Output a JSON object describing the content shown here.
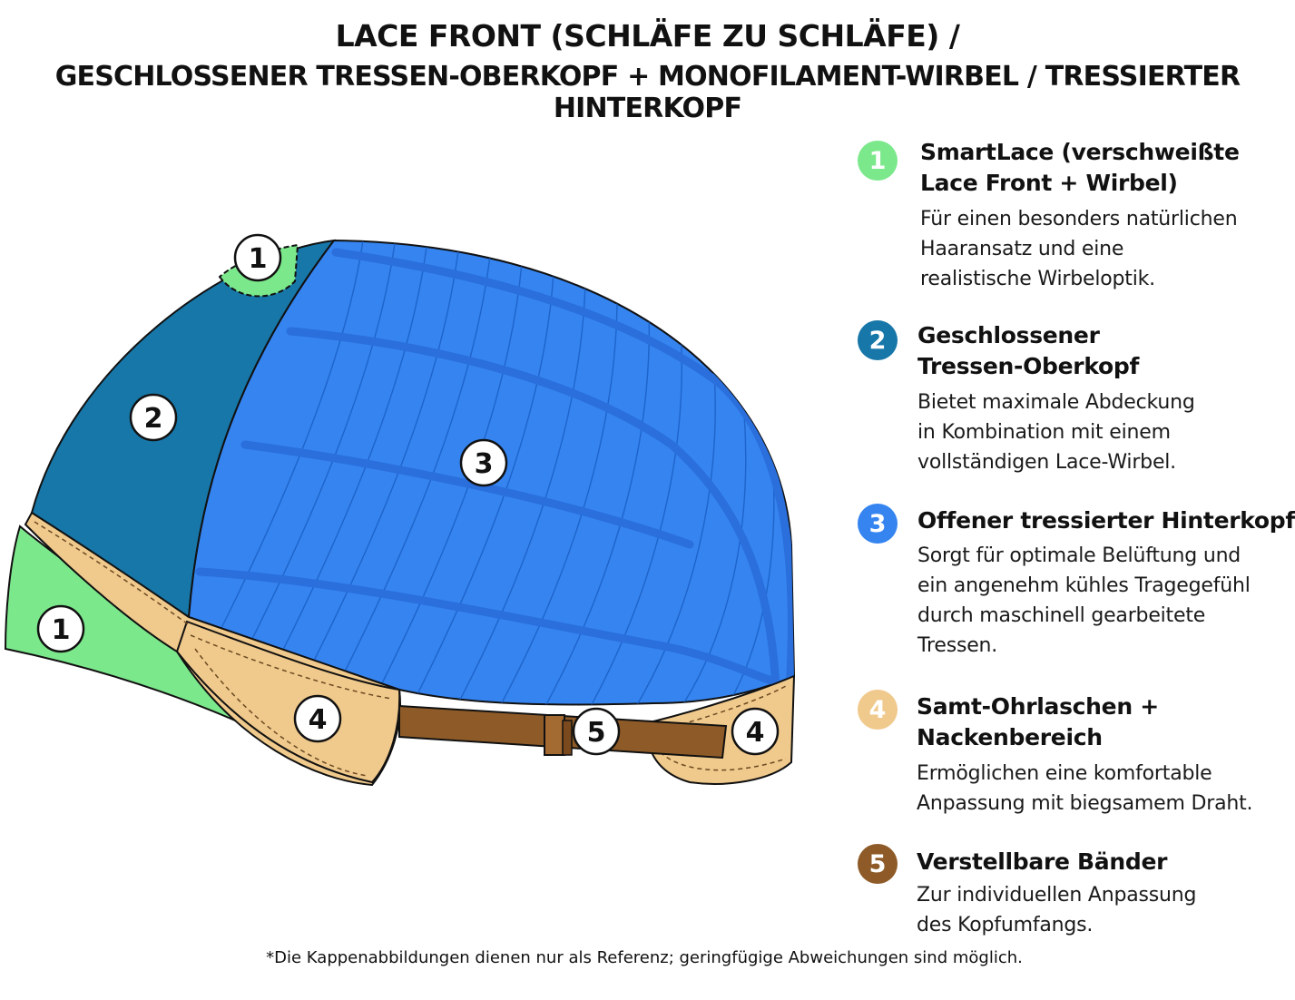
{
  "title": {
    "line1": "LACE FRONT (SCHLÄFE ZU SCHLÄFE) /",
    "line2": "GESCHLOSSENER TRESSEN-OBERKOPF + MONOFILAMENT-WIRBEL / TRESSIERTER HINTERKOPF"
  },
  "markers": {
    "m1_top": "1",
    "m1_side": "1",
    "m2": "2",
    "m3": "3",
    "m4_left": "4",
    "m4_right": "4",
    "m5": "5"
  },
  "colors": {
    "zone1": "#7ce88c",
    "zone2": "#1777a8",
    "zone3": "#3584f0",
    "zone4": "#f0c98c",
    "zone5": "#8e5b28"
  },
  "legend": [
    {
      "number": "1",
      "color": "#7ce88c",
      "title_lines": [
        "SmartLace (verschweißte",
        "Lace Front + Wirbel)"
      ],
      "desc_lines": [
        "Für einen besonders natürlichen",
        "Haaransatz und eine",
        "realistische Wirbeloptik."
      ]
    },
    {
      "number": "2",
      "color": "#1777a8",
      "title_lines": [
        "Geschlossener",
        "Tressen-Oberkopf"
      ],
      "desc_lines": [
        "Bietet maximale Abdeckung",
        "in Kombination mit einem",
        "vollständigen Lace-Wirbel."
      ]
    },
    {
      "number": "3",
      "color": "#3584f0",
      "title_lines": [
        "Offener tressierter Hinterkopf"
      ],
      "desc_lines": [
        "Sorgt für optimale Belüftung und",
        "ein angenehm kühles Tragegefühl",
        "durch maschinell gearbeitete",
        "Tressen."
      ]
    },
    {
      "number": "4",
      "color": "#f0c98c",
      "title_lines": [
        "Samt-Ohrlaschen +",
        "Nackenbereich"
      ],
      "desc_lines": [
        "Ermöglichen eine komfortable",
        "Anpassung mit biegsamem Draht."
      ]
    },
    {
      "number": "5",
      "color": "#8e5b28",
      "title_lines": [
        "Verstellbare Bänder"
      ],
      "desc_lines": [
        "Zur individuellen Anpassung",
        "des Kopfumfangs."
      ]
    }
  ],
  "footnote": "*Die Kappenabbildungen dienen nur als Referenz; geringfügige Abweichungen sind möglich."
}
